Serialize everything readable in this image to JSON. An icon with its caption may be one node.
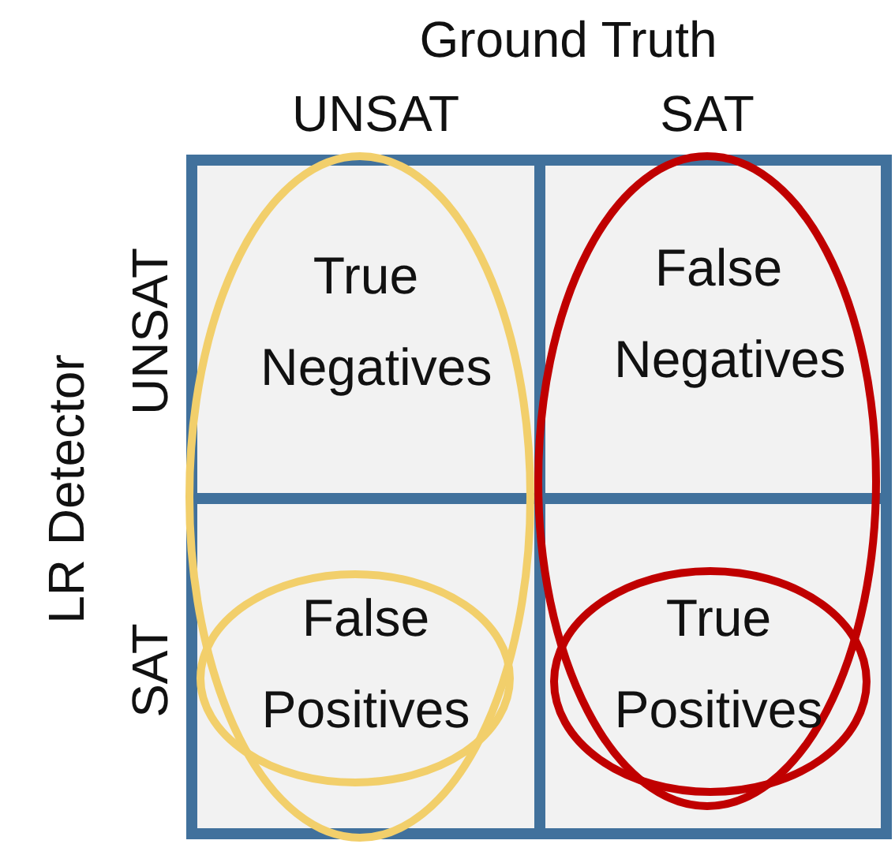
{
  "diagram": {
    "nodes": [
      {
        "text": [
          "True Negatives"
        ]
      },
      {
        "text": [
          "False Negatives"
        ]
      },
      {
        "text": [
          "False Positives"
        ]
      },
      {
        "text": [
          "True Positives"
        ]
      }
    ],
    "labels": [
      "Ground Truth",
      "UNSAT",
      "SAT",
      "LR Detector",
      "UNSAT",
      "SAT"
    ]
  }
}
